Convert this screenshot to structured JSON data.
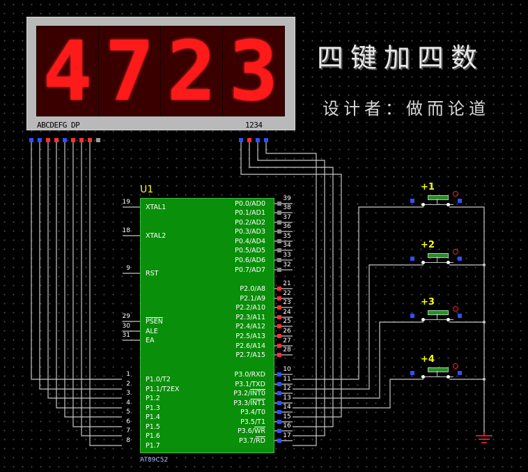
{
  "display": {
    "digits": [
      "4",
      "7",
      "2",
      "3"
    ],
    "segment_label": "ABCDEFG DP",
    "digit_label": "1234",
    "segment_color": "#ff1a1a"
  },
  "title": "四键加四数",
  "designer": "设计者：做而论道",
  "chip": {
    "ref": "U1",
    "part": "AT89C52",
    "body_color": "#0a8f0a",
    "left_pins": [
      {
        "num": "19",
        "name": "XTAL1"
      },
      {
        "num": "18",
        "name": "XTAL2"
      },
      {
        "num": "9",
        "name": "RST"
      },
      {
        "num": "29",
        "name": "PSEN"
      },
      {
        "num": "30",
        "name": "ALE"
      },
      {
        "num": "31",
        "name": "EA"
      },
      {
        "num": "1",
        "name": "P1.0/T2"
      },
      {
        "num": "2",
        "name": "P1.1/T2EX"
      },
      {
        "num": "3",
        "name": "P1.2"
      },
      {
        "num": "4",
        "name": "P1.3"
      },
      {
        "num": "5",
        "name": "P1.4"
      },
      {
        "num": "6",
        "name": "P1.5"
      },
      {
        "num": "7",
        "name": "P1.6"
      },
      {
        "num": "8",
        "name": "P1.7"
      }
    ],
    "right_pins": [
      {
        "num": "39",
        "name": "P0.0/AD0"
      },
      {
        "num": "38",
        "name": "P0.1/AD1"
      },
      {
        "num": "37",
        "name": "P0.2/AD2"
      },
      {
        "num": "36",
        "name": "P0.3/AD3"
      },
      {
        "num": "35",
        "name": "P0.4/AD4"
      },
      {
        "num": "34",
        "name": "P0.5/AD5"
      },
      {
        "num": "33",
        "name": "P0.6/AD6"
      },
      {
        "num": "32",
        "name": "P0.7/AD7"
      },
      {
        "num": "21",
        "name": "P2.0/A8"
      },
      {
        "num": "22",
        "name": "P2.1/A9"
      },
      {
        "num": "23",
        "name": "P2.2/A10"
      },
      {
        "num": "24",
        "name": "P2.3/A11"
      },
      {
        "num": "25",
        "name": "P2.4/A12"
      },
      {
        "num": "26",
        "name": "P2.5/A13"
      },
      {
        "num": "27",
        "name": "P2.6/A14"
      },
      {
        "num": "28",
        "name": "P2.7/A15"
      },
      {
        "num": "10",
        "name": "P3.0/RXD"
      },
      {
        "num": "11",
        "name": "P3.1/TXD"
      },
      {
        "num": "12",
        "name": "P3.2/INT0"
      },
      {
        "num": "13",
        "name": "P3.3/INT1"
      },
      {
        "num": "14",
        "name": "P3.4/T0"
      },
      {
        "num": "15",
        "name": "P3.5/T1"
      },
      {
        "num": "16",
        "name": "P3.6/WR"
      },
      {
        "num": "17",
        "name": "P3.7/RD"
      }
    ]
  },
  "buttons": [
    {
      "label": "+1"
    },
    {
      "label": "+2"
    },
    {
      "label": "+3"
    },
    {
      "label": "+4"
    }
  ]
}
